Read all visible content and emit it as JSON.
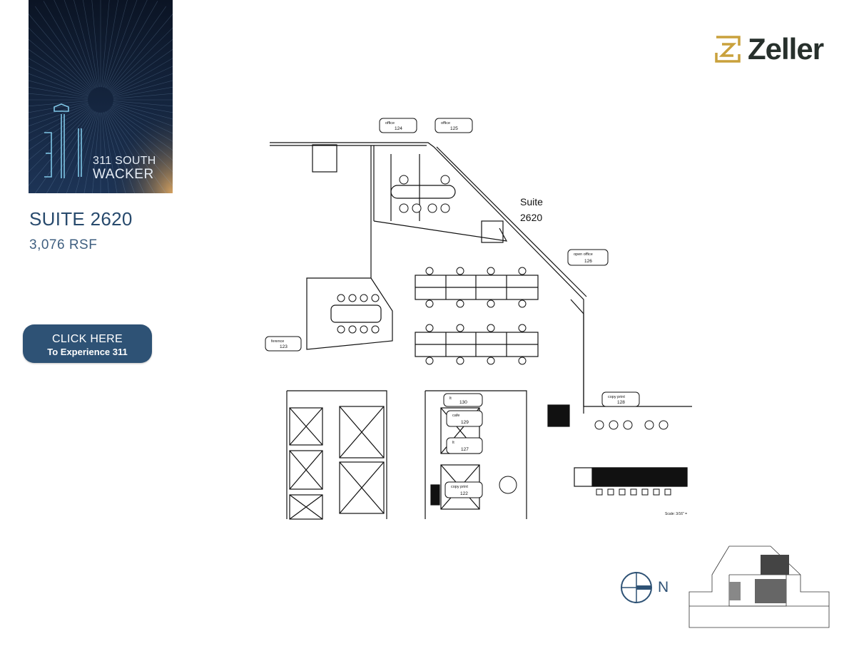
{
  "brand": {
    "name_line1": "311 SOUTH",
    "name_line2": "WACKER",
    "logo_numerals": "311"
  },
  "suite": {
    "title": "SUITE 2620",
    "area": "3,076 RSF"
  },
  "cta": {
    "line1": "CLICK HERE",
    "line2": "To Experience 311"
  },
  "logo": {
    "wordmark": "Zeller",
    "mark_color": "#c9a13c",
    "text_color": "#27302c"
  },
  "floorplan": {
    "suite_label_line1": "Suite",
    "suite_label_line2": "2620",
    "rooms": [
      {
        "name": "office",
        "number": "124"
      },
      {
        "name": "office",
        "number": "125"
      },
      {
        "name": "open office",
        "number": "126"
      },
      {
        "name": "ference",
        "number": "123"
      },
      {
        "name": "copy print",
        "number": "128"
      },
      {
        "name": "lt",
        "number": "130"
      },
      {
        "name": "cafe",
        "number": "129"
      },
      {
        "name": "lt",
        "number": "127"
      },
      {
        "name": "copy print",
        "number": "122"
      }
    ],
    "scale_note": "Scale: 3/16\" ="
  },
  "compass": {
    "direction_label": "N"
  },
  "colors": {
    "primary": "#2e5275",
    "heading": "#284a6d",
    "brand_bg": "#0f1d33",
    "accent_glow": "#c99a5b"
  }
}
